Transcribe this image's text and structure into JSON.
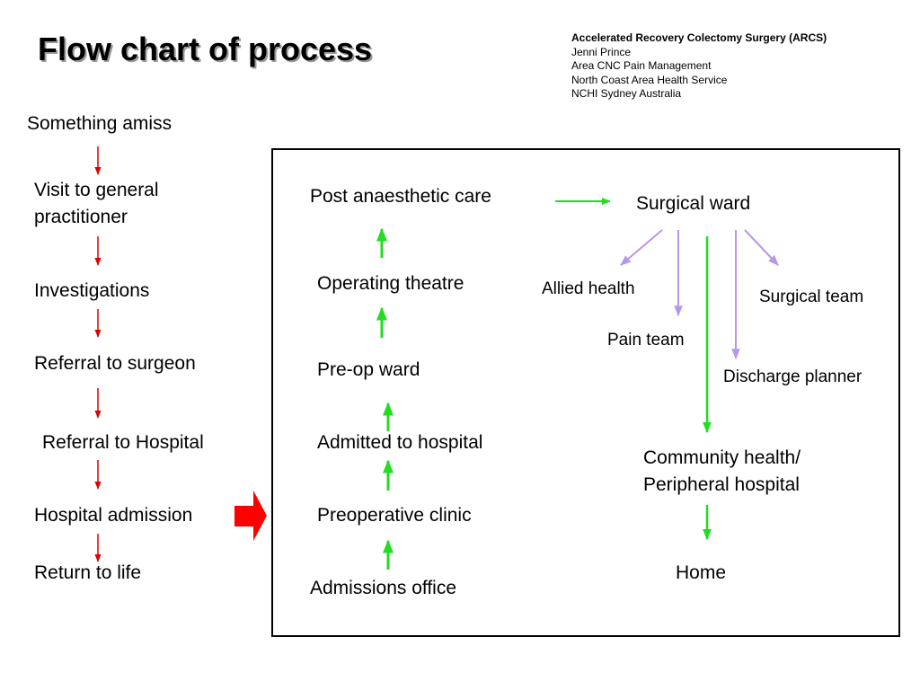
{
  "title": "Flow chart of process",
  "credits": {
    "line1": "Accelerated Recovery Colectomy Surgery (ARCS)",
    "line2": "Jenni Prince",
    "line3": "Area CNC Pain Management",
    "line4": "North Coast Area Health Service",
    "line5": "NCHI Sydney Australia"
  },
  "left_column": {
    "n1": "Something amiss",
    "n2": "Visit to general practitioner",
    "n3": "Investigations",
    "n4": "Referral to surgeon",
    "n5": "Referral to Hospital",
    "n6": "Hospital admission",
    "n7": "Return to life"
  },
  "middle_column": {
    "m1": "Post anaesthetic care",
    "m2": "Operating theatre",
    "m3": "Pre-op ward",
    "m4": "Admitted to hospital",
    "m5": "Preoperative clinic",
    "m6": "Admissions office"
  },
  "right_column": {
    "surgical_ward": "Surgical ward",
    "allied_health": "Allied health",
    "pain_team": "Pain team",
    "surgical_team": "Surgical team",
    "discharge_planner": "Discharge planner",
    "community_line1": "Community health/",
    "community_line2": "Peripheral hospital",
    "home": "Home"
  },
  "colors": {
    "left_arrows": "#e00000",
    "green_arrows": "#22dd22",
    "purple_arrows": "#b896ea",
    "big_arrow": "#ff0000"
  }
}
